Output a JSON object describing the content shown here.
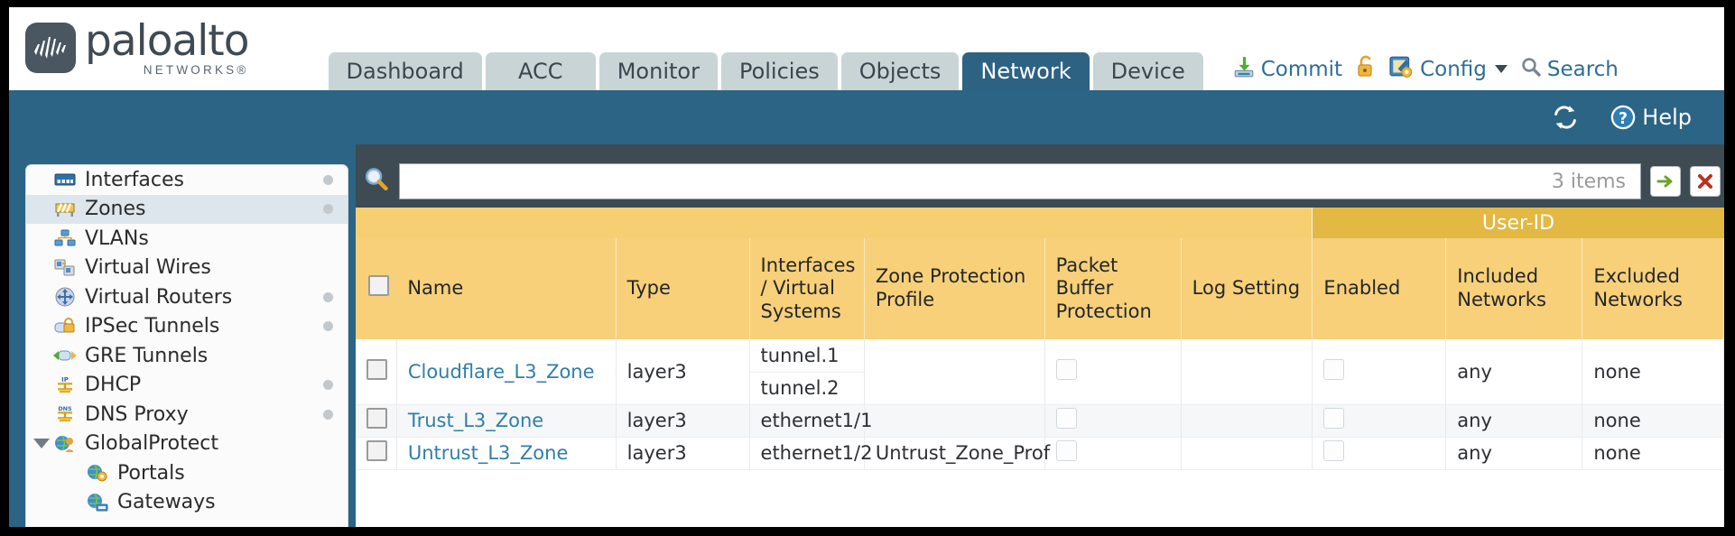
{
  "brand": {
    "name": "paloalto",
    "sub": "NETWORKS®"
  },
  "tabs": [
    {
      "label": "Dashboard",
      "active": false
    },
    {
      "label": "ACC",
      "active": false
    },
    {
      "label": "Monitor",
      "active": false
    },
    {
      "label": "Policies",
      "active": false
    },
    {
      "label": "Objects",
      "active": false
    },
    {
      "label": "Network",
      "active": true
    },
    {
      "label": "Device",
      "active": false
    }
  ],
  "header_actions": {
    "commit": "Commit",
    "lock": "",
    "config": "Config",
    "search": "Search"
  },
  "blueband": {
    "refresh": "",
    "help": "Help"
  },
  "sidebar": {
    "items": [
      {
        "label": "Interfaces",
        "icon": "interfaces-icon",
        "selected": false,
        "dot": true,
        "child": false,
        "expander": false
      },
      {
        "label": "Zones",
        "icon": "zones-icon",
        "selected": true,
        "dot": true,
        "child": false,
        "expander": false
      },
      {
        "label": "VLANs",
        "icon": "vlans-icon",
        "selected": false,
        "dot": false,
        "child": false,
        "expander": false
      },
      {
        "label": "Virtual Wires",
        "icon": "virtual-wires-icon",
        "selected": false,
        "dot": false,
        "child": false,
        "expander": false
      },
      {
        "label": "Virtual Routers",
        "icon": "virtual-routers-icon",
        "selected": false,
        "dot": true,
        "child": false,
        "expander": false
      },
      {
        "label": "IPSec Tunnels",
        "icon": "ipsec-tunnels-icon",
        "selected": false,
        "dot": true,
        "child": false,
        "expander": false
      },
      {
        "label": "GRE Tunnels",
        "icon": "gre-tunnels-icon",
        "selected": false,
        "dot": false,
        "child": false,
        "expander": false
      },
      {
        "label": "DHCP",
        "icon": "dhcp-icon",
        "selected": false,
        "dot": true,
        "child": false,
        "expander": false
      },
      {
        "label": "DNS Proxy",
        "icon": "dns-proxy-icon",
        "selected": false,
        "dot": true,
        "child": false,
        "expander": false
      },
      {
        "label": "GlobalProtect",
        "icon": "globalprotect-icon",
        "selected": false,
        "dot": false,
        "child": false,
        "expander": true
      },
      {
        "label": "Portals",
        "icon": "portals-icon",
        "selected": false,
        "dot": false,
        "child": true,
        "expander": false
      },
      {
        "label": "Gateways",
        "icon": "gateways-icon",
        "selected": false,
        "dot": false,
        "child": true,
        "expander": false
      }
    ]
  },
  "search": {
    "value": "",
    "placeholder": "",
    "items_count": "3 items"
  },
  "table": {
    "group_header": "User-ID",
    "columns": [
      "Name",
      "Type",
      "Interfaces / Virtual Systems",
      "Zone Protection Profile",
      "Packet Buffer Protection",
      "Log Setting",
      "Enabled",
      "Included Networks",
      "Excluded Networks"
    ],
    "rows": [
      {
        "name": "Cloudflare_L3_Zone",
        "type": "layer3",
        "interfaces": [
          "tunnel.1",
          "tunnel.2"
        ],
        "zone_protection_profile": "",
        "packet_buffer_protection": false,
        "log_setting": "",
        "userid_enabled": false,
        "included_networks": "any",
        "excluded_networks": "none"
      },
      {
        "name": "Trust_L3_Zone",
        "type": "layer3",
        "interfaces": [
          "ethernet1/1"
        ],
        "zone_protection_profile": "",
        "packet_buffer_protection": false,
        "log_setting": "",
        "userid_enabled": false,
        "included_networks": "any",
        "excluded_networks": "none"
      },
      {
        "name": "Untrust_L3_Zone",
        "type": "layer3",
        "interfaces": [
          "ethernet1/2"
        ],
        "zone_protection_profile": "Untrust_Zone_Prof",
        "packet_buffer_protection": false,
        "log_setting": "",
        "userid_enabled": false,
        "included_networks": "any",
        "excluded_networks": "none"
      }
    ]
  },
  "colors": {
    "brand_blue": "#2b6484",
    "tab_inactive": "#c9d4d6",
    "header_yellow": "#f7d079",
    "group_yellow": "#e3b843",
    "link_blue": "#2f7fa8",
    "panel_dark": "#3e4b52"
  }
}
